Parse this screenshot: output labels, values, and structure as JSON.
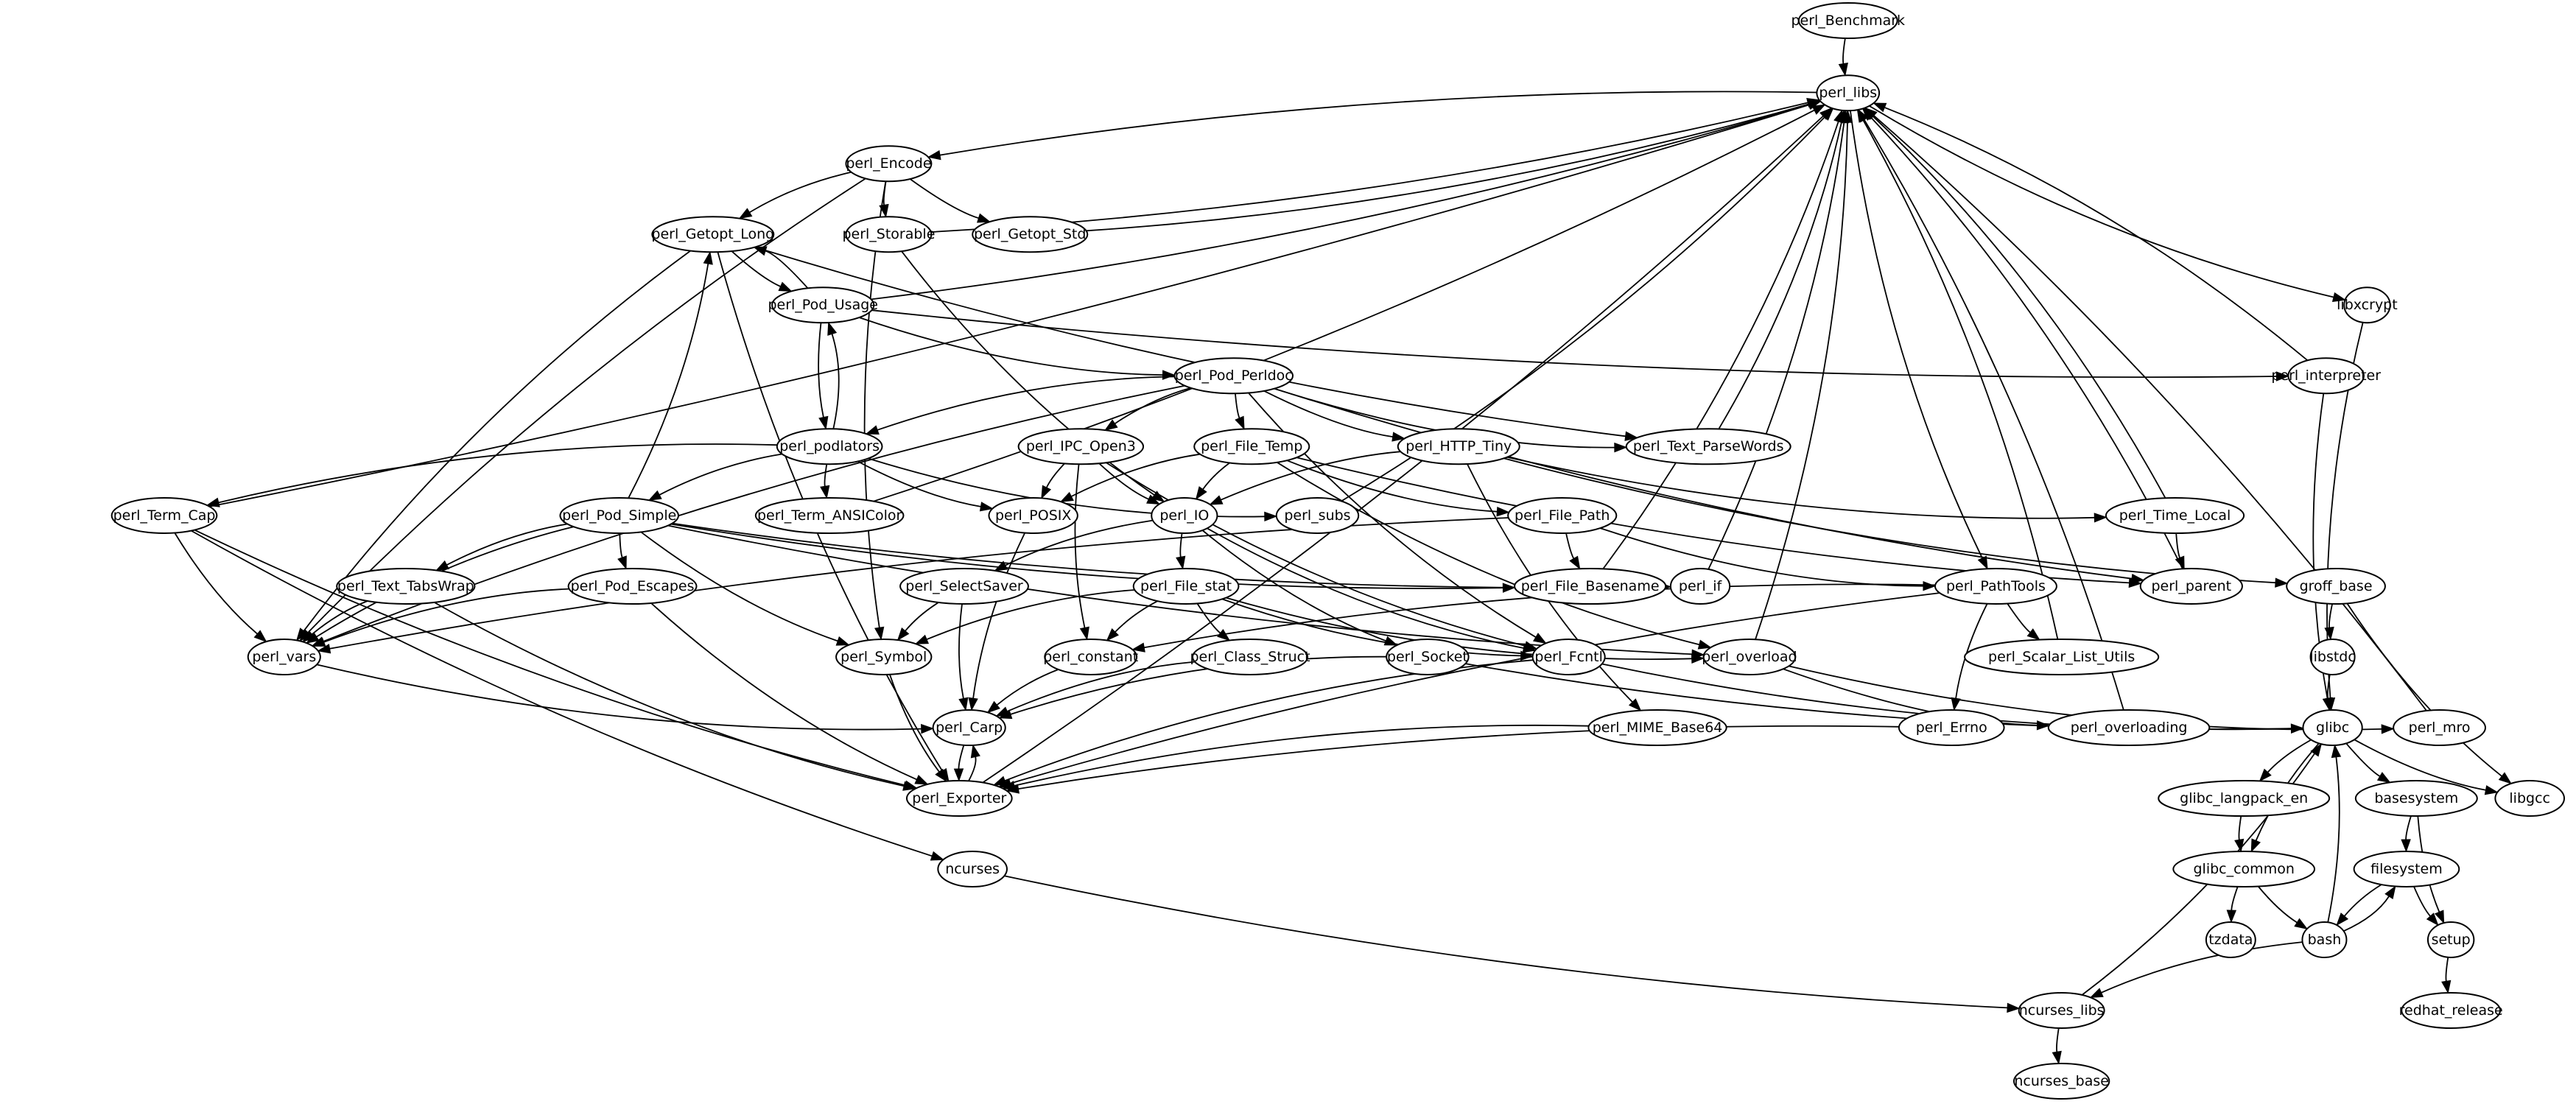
{
  "diagram": {
    "type": "directed-dependency-graph",
    "colors": {
      "background": "#ffffff",
      "stroke": "#000000",
      "text": "#000000"
    },
    "nodes": [
      {
        "id": "perl_Benchmark",
        "label": "perl_Benchmark"
      },
      {
        "id": "perl_libs",
        "label": "perl_libs"
      },
      {
        "id": "perl_Encode",
        "label": "perl_Encode"
      },
      {
        "id": "perl_Getopt_Long",
        "label": "perl_Getopt_Long"
      },
      {
        "id": "perl_Storable",
        "label": "perl_Storable"
      },
      {
        "id": "perl_Getopt_Std",
        "label": "perl_Getopt_Std"
      },
      {
        "id": "perl_Pod_Usage",
        "label": "perl_Pod_Usage"
      },
      {
        "id": "libxcrypt",
        "label": "libxcrypt"
      },
      {
        "id": "perl_Pod_Perldoc",
        "label": "perl_Pod_Perldoc"
      },
      {
        "id": "perl_interpreter",
        "label": "perl_interpreter"
      },
      {
        "id": "perl_podlators",
        "label": "perl_podlators"
      },
      {
        "id": "perl_IPC_Open3",
        "label": "perl_IPC_Open3"
      },
      {
        "id": "perl_File_Temp",
        "label": "perl_File_Temp"
      },
      {
        "id": "perl_HTTP_Tiny",
        "label": "perl_HTTP_Tiny"
      },
      {
        "id": "perl_Text_ParseWords",
        "label": "perl_Text_ParseWords"
      },
      {
        "id": "perl_Term_Cap",
        "label": "perl_Term_Cap"
      },
      {
        "id": "perl_Pod_Simple",
        "label": "perl_Pod_Simple"
      },
      {
        "id": "perl_Term_ANSIColor",
        "label": "perl_Term_ANSIColor"
      },
      {
        "id": "perl_POSIX",
        "label": "perl_POSIX"
      },
      {
        "id": "perl_IO",
        "label": "perl_IO"
      },
      {
        "id": "perl_subs",
        "label": "perl_subs"
      },
      {
        "id": "perl_File_Path",
        "label": "perl_File_Path"
      },
      {
        "id": "perl_Time_Local",
        "label": "perl_Time_Local"
      },
      {
        "id": "perl_Text_TabsWrap",
        "label": "perl_Text_TabsWrap"
      },
      {
        "id": "perl_Pod_Escapes",
        "label": "perl_Pod_Escapes"
      },
      {
        "id": "perl_SelectSaver",
        "label": "perl_SelectSaver"
      },
      {
        "id": "perl_File_stat",
        "label": "perl_File_stat"
      },
      {
        "id": "perl_File_Basename",
        "label": "perl_File_Basename"
      },
      {
        "id": "perl_if",
        "label": "perl_if"
      },
      {
        "id": "perl_PathTools",
        "label": "perl_PathTools"
      },
      {
        "id": "perl_parent",
        "label": "perl_parent"
      },
      {
        "id": "groff_base",
        "label": "groff_base"
      },
      {
        "id": "perl_vars",
        "label": "perl_vars"
      },
      {
        "id": "perl_Symbol",
        "label": "perl_Symbol"
      },
      {
        "id": "perl_constant",
        "label": "perl_constant"
      },
      {
        "id": "perl_Class_Struct",
        "label": "perl_Class_Struct"
      },
      {
        "id": "perl_Socket",
        "label": "perl_Socket"
      },
      {
        "id": "perl_Fcntl",
        "label": "perl_Fcntl"
      },
      {
        "id": "perl_overload",
        "label": "perl_overload"
      },
      {
        "id": "perl_Scalar_List_Utils",
        "label": "perl_Scalar_List_Utils"
      },
      {
        "id": "libstdc",
        "label": "libstdc"
      },
      {
        "id": "perl_Carp",
        "label": "perl_Carp"
      },
      {
        "id": "perl_MIME_Base64",
        "label": "perl_MIME_Base64"
      },
      {
        "id": "perl_Errno",
        "label": "perl_Errno"
      },
      {
        "id": "perl_overloading",
        "label": "perl_overloading"
      },
      {
        "id": "glibc",
        "label": "glibc"
      },
      {
        "id": "perl_mro",
        "label": "perl_mro"
      },
      {
        "id": "perl_Exporter",
        "label": "perl_Exporter"
      },
      {
        "id": "glibc_langpack_en",
        "label": "glibc_langpack_en"
      },
      {
        "id": "basesystem",
        "label": "basesystem"
      },
      {
        "id": "libgcc",
        "label": "libgcc"
      },
      {
        "id": "ncurses",
        "label": "ncurses"
      },
      {
        "id": "glibc_common",
        "label": "glibc_common"
      },
      {
        "id": "filesystem",
        "label": "filesystem"
      },
      {
        "id": "tzdata",
        "label": "tzdata"
      },
      {
        "id": "bash",
        "label": "bash"
      },
      {
        "id": "setup",
        "label": "setup"
      },
      {
        "id": "ncurses_libs",
        "label": "ncurses_libs"
      },
      {
        "id": "redhat_release",
        "label": "redhat_release"
      },
      {
        "id": "ncurses_base",
        "label": "ncurses_base"
      }
    ],
    "edges": [
      [
        "perl_Benchmark",
        "perl_libs"
      ],
      [
        "perl_libs",
        "perl_Encode"
      ],
      [
        "perl_libs",
        "libxcrypt"
      ],
      [
        "perl_libs",
        "perl_PathTools"
      ],
      [
        "perl_Encode",
        "perl_Getopt_Long"
      ],
      [
        "perl_Encode",
        "perl_Storable"
      ],
      [
        "perl_Encode",
        "perl_Getopt_Std"
      ],
      [
        "perl_Encode",
        "perl_vars"
      ],
      [
        "perl_Encode",
        "perl_Symbol"
      ],
      [
        "perl_Storable",
        "perl_libs"
      ],
      [
        "perl_Storable",
        "perl_IO"
      ],
      [
        "perl_Getopt_Std",
        "perl_libs"
      ],
      [
        "perl_Getopt_Long",
        "perl_Pod_Usage"
      ],
      [
        "perl_Getopt_Long",
        "perl_vars"
      ],
      [
        "perl_Getopt_Long",
        "perl_Exporter"
      ],
      [
        "perl_Getopt_Long",
        "perl_Text_ParseWords"
      ],
      [
        "perl_Pod_Usage",
        "perl_Getopt_Long"
      ],
      [
        "perl_Pod_Usage",
        "perl_libs"
      ],
      [
        "perl_Pod_Usage",
        "perl_podlators"
      ],
      [
        "perl_Pod_Usage",
        "perl_Pod_Perldoc"
      ],
      [
        "perl_Pod_Usage",
        "perl_interpreter"
      ],
      [
        "perl_podlators",
        "perl_Pod_Usage"
      ],
      [
        "perl_podlators",
        "perl_Term_Cap"
      ],
      [
        "perl_podlators",
        "perl_Pod_Simple"
      ],
      [
        "perl_podlators",
        "perl_Term_ANSIColor"
      ],
      [
        "perl_podlators",
        "perl_POSIX"
      ],
      [
        "perl_podlators",
        "perl_subs"
      ],
      [
        "perl_Pod_Perldoc",
        "perl_podlators"
      ],
      [
        "perl_Pod_Perldoc",
        "perl_IPC_Open3"
      ],
      [
        "perl_Pod_Perldoc",
        "perl_File_Temp"
      ],
      [
        "perl_Pod_Perldoc",
        "perl_HTTP_Tiny"
      ],
      [
        "perl_Pod_Perldoc",
        "perl_Text_ParseWords"
      ],
      [
        "perl_Pod_Perldoc",
        "perl_vars"
      ],
      [
        "perl_Pod_Perldoc",
        "perl_Fcntl"
      ],
      [
        "perl_Pod_Perldoc",
        "perl_parent"
      ],
      [
        "perl_IPC_Open3",
        "perl_POSIX"
      ],
      [
        "perl_IPC_Open3",
        "perl_IO"
      ],
      [
        "perl_IPC_Open3",
        "perl_constant"
      ],
      [
        "perl_IPC_Open3",
        "perl_Fcntl"
      ],
      [
        "perl_File_Temp",
        "perl_POSIX"
      ],
      [
        "perl_File_Temp",
        "perl_IO"
      ],
      [
        "perl_File_Temp",
        "perl_File_Path"
      ],
      [
        "perl_File_Temp",
        "perl_overload"
      ],
      [
        "perl_File_Temp",
        "perl_parent"
      ],
      [
        "perl_HTTP_Tiny",
        "perl_IO"
      ],
      [
        "perl_HTTP_Tiny",
        "perl_Time_Local"
      ],
      [
        "perl_HTTP_Tiny",
        "perl_MIME_Base64"
      ],
      [
        "perl_HTTP_Tiny",
        "groff_base"
      ],
      [
        "perl_Text_ParseWords",
        "perl_libs"
      ],
      [
        "perl_Term_Cap",
        "perl_libs"
      ],
      [
        "perl_Term_Cap",
        "perl_vars"
      ],
      [
        "perl_Term_Cap",
        "perl_Exporter"
      ],
      [
        "perl_Term_Cap",
        "ncurses"
      ],
      [
        "perl_Pod_Simple",
        "perl_Getopt_Long"
      ],
      [
        "perl_Pod_Simple",
        "perl_Text_TabsWrap"
      ],
      [
        "perl_Pod_Simple",
        "perl_Pod_Escapes"
      ],
      [
        "perl_Pod_Simple",
        "perl_vars"
      ],
      [
        "perl_Pod_Simple",
        "perl_Symbol"
      ],
      [
        "perl_Pod_Simple",
        "perl_File_Basename"
      ],
      [
        "perl_Pod_Simple",
        "perl_if"
      ],
      [
        "perl_Pod_Simple",
        "perl_overload"
      ],
      [
        "perl_Term_ANSIColor",
        "perl_libs"
      ],
      [
        "perl_POSIX",
        "perl_Carp"
      ],
      [
        "perl_IO",
        "perl_SelectSaver"
      ],
      [
        "perl_IO",
        "perl_File_stat"
      ],
      [
        "perl_IO",
        "perl_Socket"
      ],
      [
        "perl_IO",
        "perl_Fcntl"
      ],
      [
        "perl_subs",
        "perl_libs"
      ],
      [
        "perl_File_Path",
        "perl_File_Basename"
      ],
      [
        "perl_File_Path",
        "perl_PathTools"
      ],
      [
        "perl_File_Path",
        "perl_vars"
      ],
      [
        "perl_Time_Local",
        "perl_libs"
      ],
      [
        "perl_Time_Local",
        "perl_parent"
      ],
      [
        "perl_Text_TabsWrap",
        "perl_vars"
      ],
      [
        "perl_Text_TabsWrap",
        "perl_Exporter"
      ],
      [
        "perl_Pod_Escapes",
        "perl_vars"
      ],
      [
        "perl_Pod_Escapes",
        "perl_Exporter"
      ],
      [
        "perl_SelectSaver",
        "perl_Symbol"
      ],
      [
        "perl_SelectSaver",
        "perl_Carp"
      ],
      [
        "perl_File_stat",
        "perl_Symbol"
      ],
      [
        "perl_File_stat",
        "perl_constant"
      ],
      [
        "perl_File_stat",
        "perl_Class_Struct"
      ],
      [
        "perl_File_stat",
        "perl_Fcntl"
      ],
      [
        "perl_File_stat",
        "perl_overload"
      ],
      [
        "perl_File_Basename",
        "perl_libs"
      ],
      [
        "perl_if",
        "perl_libs"
      ],
      [
        "perl_PathTools",
        "perl_constant"
      ],
      [
        "perl_PathTools",
        "perl_Scalar_List_Utils"
      ],
      [
        "perl_PathTools",
        "perl_Errno"
      ],
      [
        "perl_PathTools",
        "perl_Exporter"
      ],
      [
        "perl_parent",
        "perl_libs"
      ],
      [
        "perl_interpreter",
        "perl_libs"
      ],
      [
        "perl_interpreter",
        "glibc"
      ],
      [
        "libxcrypt",
        "glibc"
      ],
      [
        "groff_base",
        "libstdc"
      ],
      [
        "groff_base",
        "libgcc"
      ],
      [
        "perl_vars",
        "perl_Carp"
      ],
      [
        "perl_Symbol",
        "perl_Exporter"
      ],
      [
        "perl_constant",
        "perl_Carp"
      ],
      [
        "perl_Class_Struct",
        "perl_Carp"
      ],
      [
        "perl_Socket",
        "perl_Carp"
      ],
      [
        "perl_Socket",
        "glibc"
      ],
      [
        "perl_Fcntl",
        "perl_Exporter"
      ],
      [
        "perl_Fcntl",
        "glibc"
      ],
      [
        "perl_overload",
        "perl_libs"
      ],
      [
        "perl_overload",
        "perl_overloading"
      ],
      [
        "perl_overload",
        "perl_mro"
      ],
      [
        "perl_Scalar_List_Utils",
        "perl_libs"
      ],
      [
        "perl_overloading",
        "perl_libs"
      ],
      [
        "libstdc",
        "glibc"
      ],
      [
        "perl_Carp",
        "perl_Exporter"
      ],
      [
        "perl_Exporter",
        "perl_Carp"
      ],
      [
        "perl_Exporter",
        "perl_libs"
      ],
      [
        "perl_MIME_Base64",
        "perl_Exporter"
      ],
      [
        "perl_Errno",
        "perl_Exporter"
      ],
      [
        "perl_mro",
        "perl_libs"
      ],
      [
        "glibc",
        "glibc_langpack_en"
      ],
      [
        "glibc",
        "basesystem"
      ],
      [
        "glibc",
        "libgcc"
      ],
      [
        "glibc",
        "glibc_common"
      ],
      [
        "glibc_langpack_en",
        "glibc_common"
      ],
      [
        "glibc_common",
        "tzdata"
      ],
      [
        "glibc_common",
        "bash"
      ],
      [
        "basesystem",
        "filesystem"
      ],
      [
        "basesystem",
        "setup"
      ],
      [
        "filesystem",
        "setup"
      ],
      [
        "filesystem",
        "bash"
      ],
      [
        "bash",
        "filesystem"
      ],
      [
        "bash",
        "glibc"
      ],
      [
        "bash",
        "ncurses_libs"
      ],
      [
        "ncurses",
        "ncurses_libs"
      ],
      [
        "ncurses_libs",
        "glibc"
      ],
      [
        "ncurses_libs",
        "ncurses_base"
      ],
      [
        "setup",
        "redhat_release"
      ]
    ]
  }
}
